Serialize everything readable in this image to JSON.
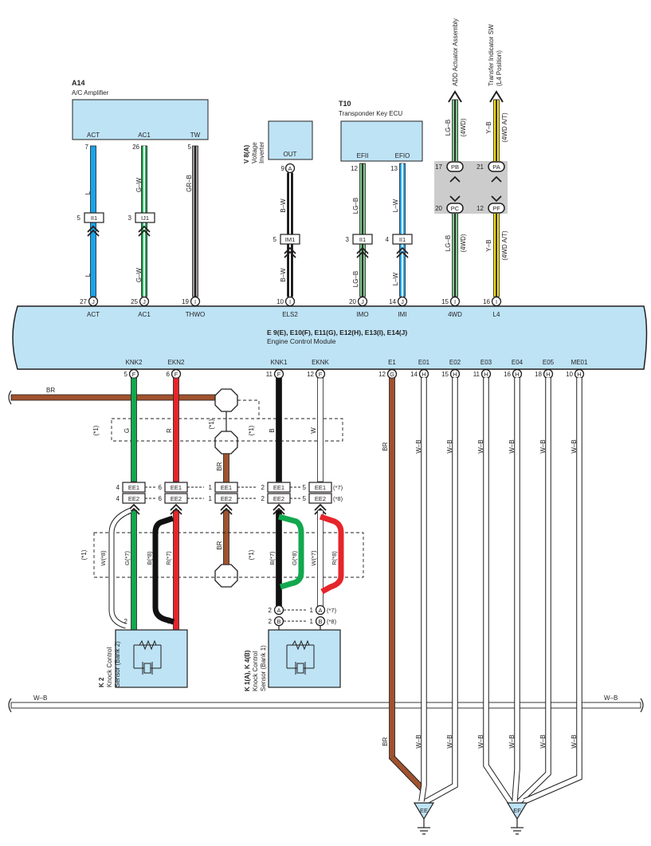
{
  "colors": {
    "box_fill": "#bde3f5",
    "wire_L": "#1aa3e8",
    "wire_G": "#12a84e",
    "wire_R": "#e6252b",
    "wire_B": "#111111",
    "wire_BR": "#a0522d",
    "wire_Y": "#f4e11a",
    "wire_W": "#ffffff",
    "conn_grey": "#cccccc"
  },
  "comp_a14": {
    "ref": "A14",
    "name": "A/C Amplifier",
    "pins": [
      "ACT",
      "AC1",
      "TW"
    ],
    "pin_numbers": [
      "7",
      "26",
      "5"
    ]
  },
  "comp_v8": {
    "ref": "V 8(A)",
    "name_line1": "Voltage",
    "name_line2": "Inverter",
    "pin": "OUT",
    "pin_number": "9",
    "pin_letter": "A"
  },
  "comp_t10": {
    "ref": "T10",
    "name": "Transponder Key ECU",
    "pins": [
      "EFII",
      "EFIO"
    ],
    "pin_numbers": [
      "12",
      "13"
    ]
  },
  "dest_add": {
    "label": "ADD Actuator Assembly"
  },
  "dest_transfer": {
    "line1": "Transfer Indicator SW",
    "line2": "(L4 Position)"
  },
  "ecm": {
    "title": "E 9(E), E10(F), E11(G), E12(H), E13(I), E14(J)",
    "name": "Engine Control Module",
    "top_pins": [
      {
        "num": "27",
        "letter": "J",
        "label": "ACT"
      },
      {
        "num": "25",
        "letter": "J",
        "label": "AC1"
      },
      {
        "num": "19",
        "letter": "I",
        "label": "THWO"
      },
      {
        "num": "10",
        "letter": "I",
        "label": "ELS2"
      },
      {
        "num": "20",
        "letter": "J",
        "label": "IMO"
      },
      {
        "num": "14",
        "letter": "J",
        "label": "IMI"
      },
      {
        "num": "15",
        "letter": "I",
        "label": "4WD"
      },
      {
        "num": "16",
        "letter": "I",
        "label": "L4"
      }
    ],
    "bottom_pins": [
      {
        "num": "5",
        "letter": "F",
        "label": "KNK2"
      },
      {
        "num": "6",
        "letter": "F",
        "label": "EKN2"
      },
      {
        "num": "11",
        "letter": "F",
        "label": "KNK1"
      },
      {
        "num": "12",
        "letter": "F",
        "label": "EKNK"
      },
      {
        "num": "12",
        "letter": "G",
        "label": "E1"
      },
      {
        "num": "14",
        "letter": "H",
        "label": "E01"
      },
      {
        "num": "15",
        "letter": "H",
        "label": "E02"
      },
      {
        "num": "11",
        "letter": "H",
        "label": "E03"
      },
      {
        "num": "16",
        "letter": "H",
        "label": "E04"
      },
      {
        "num": "18",
        "letter": "H",
        "label": "E05"
      },
      {
        "num": "10",
        "letter": "H",
        "label": "ME01"
      }
    ]
  },
  "wires": {
    "L": "L",
    "G_W": "G–W",
    "GR_B": "GR–B",
    "B_W": "B–W",
    "LG_B": "LG–B",
    "L_W": "L–W",
    "Y_B": "Y–B",
    "4WD": "(4WD)",
    "4WD_AT": "(4WD A/T)",
    "BR": "BR",
    "W_B": "W–B",
    "G": "G",
    "R": "R",
    "B": "B",
    "W": "W",
    "B7": "B(*7)",
    "G8": "G(*8)",
    "W7": "W(*7)",
    "R8": "R(*8)",
    "W8": "W(*8)",
    "G7": "G(*7)",
    "B8": "B(*8)",
    "R7": "R(*7)",
    "star1": "(*1)"
  },
  "connectors": {
    "II1": "II1",
    "IJ1": "IJ1",
    "IM1": "IM1",
    "PB": "PB",
    "PA": "PA",
    "PC": "PC",
    "PF": "PF",
    "EE1": "EE1",
    "EE2": "EE2",
    "A": "A",
    "B": "B",
    "star7": "(*7)",
    "star8": "(*8)"
  },
  "pin_numbers": {
    "p5": "5",
    "p3": "3",
    "p4": "4",
    "p17": "17",
    "p21": "21",
    "p20": "20",
    "p12": "12",
    "p6": "6",
    "p1": "1",
    "p2": "2"
  },
  "sensor_k2": {
    "ref": "K 2",
    "line1": "Knock Control",
    "line2": "Sensor (Bank 2)"
  },
  "sensor_k1": {
    "ref": "K 1(A), K 4(B)",
    "line1": "Knock Control",
    "line2": "Sensor (Bank 1)"
  },
  "grounds": {
    "left": "EE",
    "right": "EF"
  }
}
